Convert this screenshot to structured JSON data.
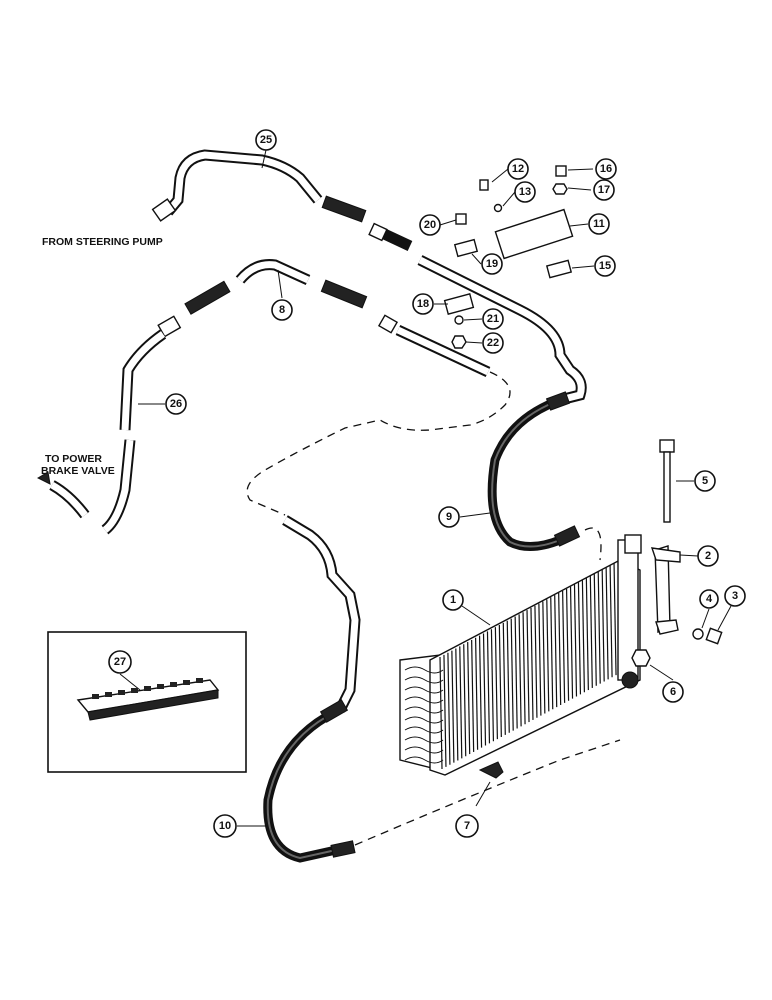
{
  "labels": {
    "from_steering_pump": "FROM STEERING PUMP",
    "to_power_brake_valve_line1": "TO POWER",
    "to_power_brake_valve_line2": "BRAKE VALVE"
  },
  "callouts": {
    "c1": "1",
    "c2": "2",
    "c3": "3",
    "c4": "4",
    "c5": "5",
    "c6": "6",
    "c7": "7",
    "c8": "8",
    "c9": "9",
    "c10": "10",
    "c11": "11",
    "c12": "12",
    "c13": "13",
    "c15": "15",
    "c16": "16",
    "c17": "17",
    "c18": "18",
    "c19": "19",
    "c20": "20",
    "c21": "21",
    "c22": "22",
    "c25": "25",
    "c26": "26",
    "c27": "27"
  }
}
